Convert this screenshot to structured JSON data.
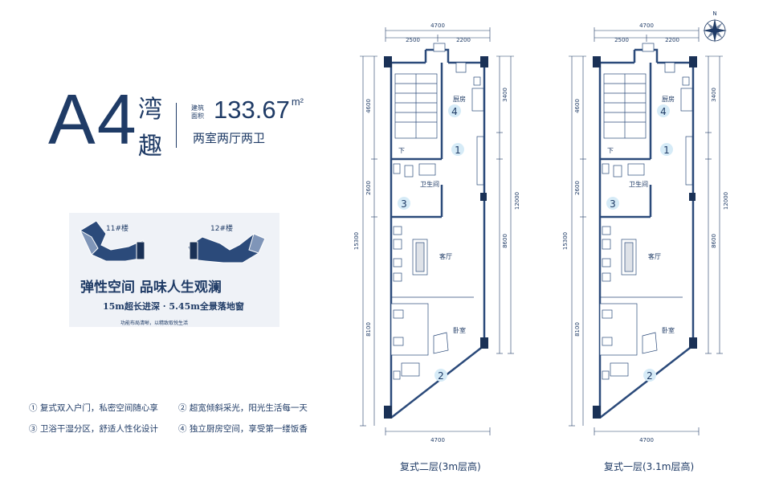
{
  "header": {
    "model_code": "A4",
    "model_name_1": "湾",
    "model_name_2": "趣",
    "area_label_1": "建筑",
    "area_label_2": "面积",
    "area_value": "133.67",
    "area_unit": "m²",
    "layout": "两室两厅两卫"
  },
  "promo": {
    "floor_11": "11#楼",
    "floor_12": "12#楼",
    "slogan_main": "弹性空间 品味人生观澜",
    "slogan_sub": "15m超长进深 · 5.45m全景落地窗",
    "slogan_small": "功能布局清晰，以精致取悦生活"
  },
  "features": [
    "① 复式双入户门，私密空间随心享",
    "② 超宽倾斜采光，阳光生活每一天",
    "③ 卫浴干湿分区，舒适人性化设计",
    "④ 独立厨房空间，享受第一缕饭香"
  ],
  "plans": [
    {
      "caption": "复式二层(3m层高)",
      "dims": {
        "top_total": "4700",
        "top_left": "2500",
        "top_right": "2200",
        "left_total": "15300",
        "left_1": "4600",
        "left_2": "2600",
        "left_3": "8100",
        "right_1": "3400",
        "right_2": "12000",
        "right_3": "8600",
        "bottom": "4700"
      },
      "rooms": {
        "kitchen": "厨房",
        "bath": "卫生间",
        "living": "客厅",
        "bedroom": "卧室",
        "down": "下"
      },
      "markers": [
        "1",
        "2",
        "3",
        "4"
      ]
    },
    {
      "caption": "复式一层(3.1m层高)",
      "dims": {
        "top_total": "4700",
        "top_left": "2500",
        "top_right": "2200",
        "left_total": "15300",
        "left_1": "4600",
        "left_2": "2600",
        "left_3": "8100",
        "right_1": "3400",
        "right_2": "12000",
        "right_3": "8600",
        "bottom": "4700"
      },
      "rooms": {
        "kitchen": "厨房",
        "bath": "卫生间",
        "living": "客厅",
        "bedroom": "卧室",
        "down": "下"
      },
      "markers": [
        "1",
        "2",
        "3",
        "4"
      ]
    }
  ],
  "compass": {
    "north": "N"
  },
  "colors": {
    "primary": "#1f3b66",
    "wall": "#2b4a7a",
    "marker_bg": "#d6ebf7",
    "panel": "#eff2f7"
  }
}
